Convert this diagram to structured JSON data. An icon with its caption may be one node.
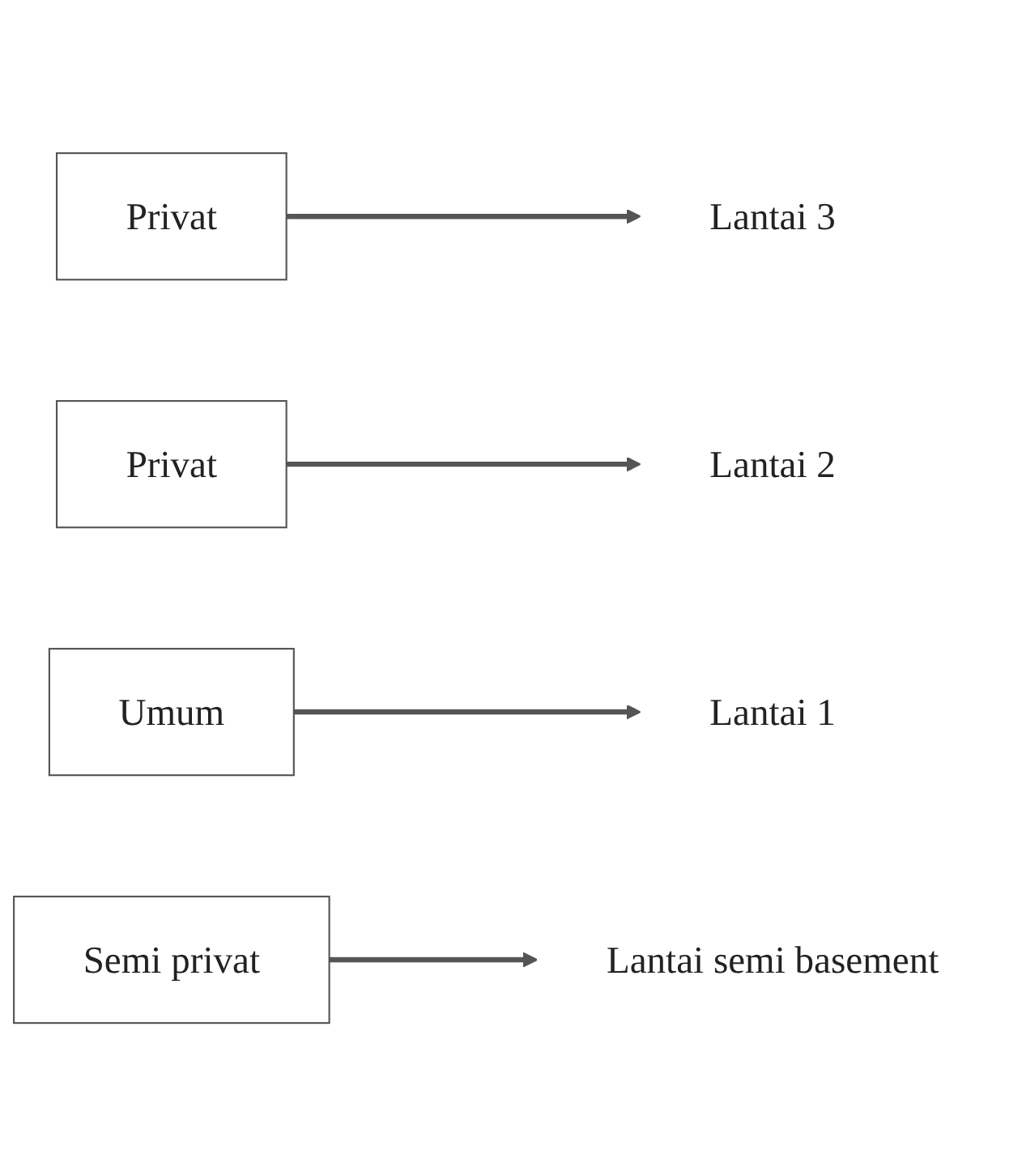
{
  "diagram": {
    "nodes": [
      {
        "text": [
          "Privat"
        ]
      },
      {
        "text": [
          "Lantai 3"
        ]
      },
      {
        "text": [
          "Privat"
        ]
      },
      {
        "text": [
          "Lantai 2"
        ]
      },
      {
        "text": [
          "Umum"
        ]
      },
      {
        "text": [
          "Lantai 1"
        ]
      },
      {
        "text": [
          "Semi privat"
        ]
      },
      {
        "text": [
          "Lantai semi basement"
        ]
      }
    ],
    "edges": [
      {
        "from": 0,
        "to": 1,
        "arrow": "to"
      },
      {
        "from": 2,
        "to": 3,
        "arrow": "to"
      },
      {
        "from": 4,
        "to": 5,
        "arrow": "to"
      },
      {
        "from": 6,
        "to": 7,
        "arrow": "to"
      }
    ]
  }
}
